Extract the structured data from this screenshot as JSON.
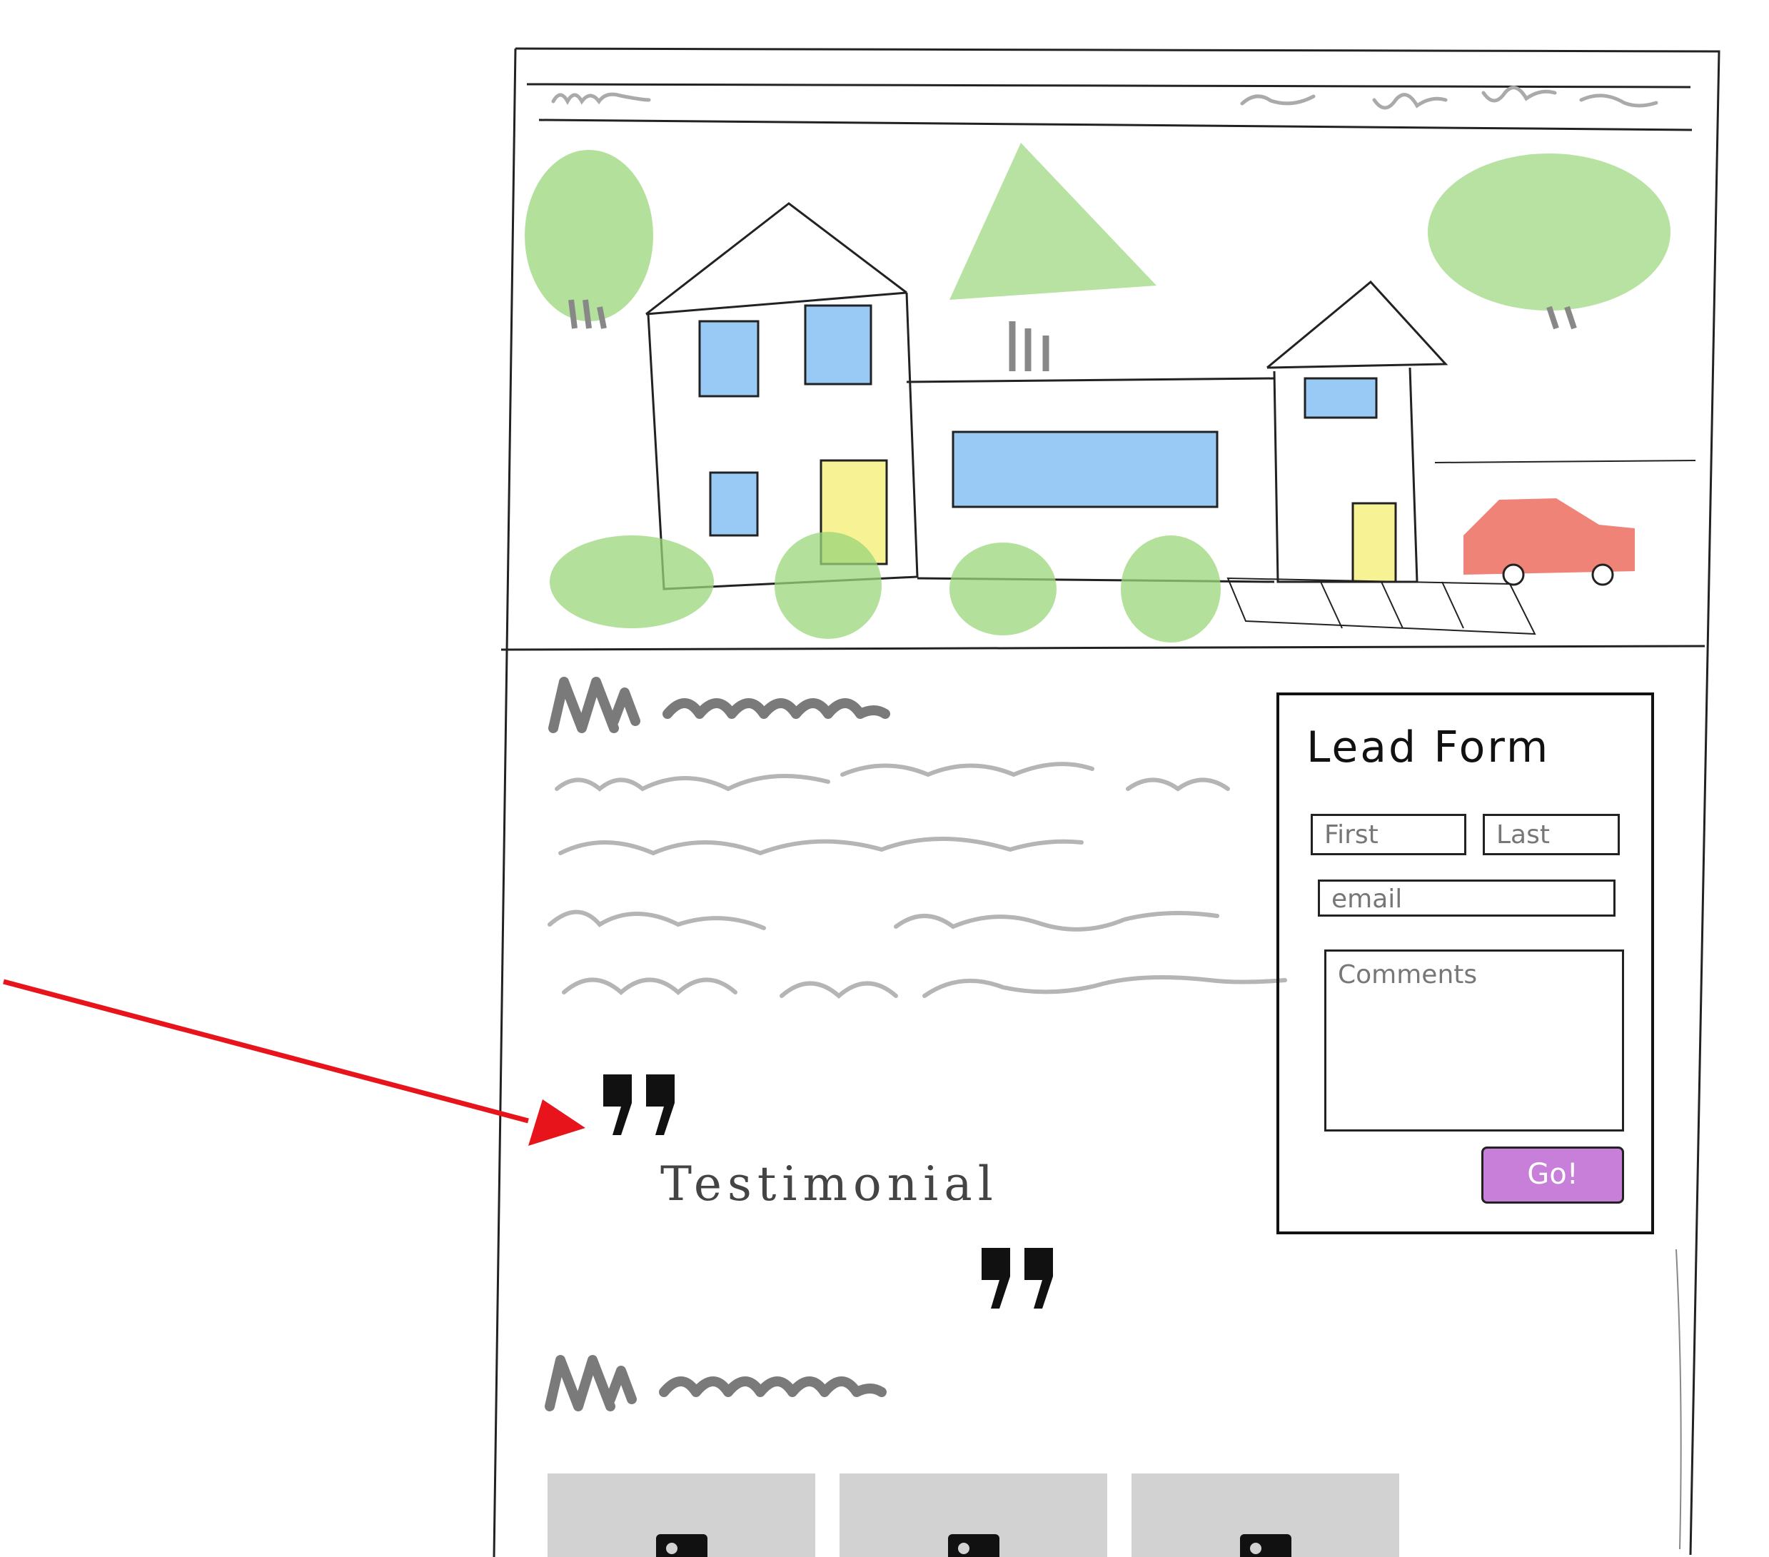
{
  "lead_form": {
    "title": "Lead Form",
    "first_placeholder": "First",
    "last_placeholder": "Last",
    "email_placeholder": "email",
    "comments_placeholder": "Comments",
    "submit_label": "Go!"
  },
  "testimonial": {
    "text": "Testimonial"
  },
  "gallery": {
    "items": [
      "image-placeholder",
      "image-placeholder",
      "image-placeholder"
    ]
  },
  "colors": {
    "tree_green": "#9ad67a",
    "window_blue": "#6db3f2",
    "door_yellow": "#f5f07a",
    "car_red": "#ec6d5f",
    "button_purple": "#c87fd9",
    "squiggle_grey": "#b5b5b5",
    "heading_grey": "#7a7a7a",
    "arrow_red": "#e8141b"
  }
}
